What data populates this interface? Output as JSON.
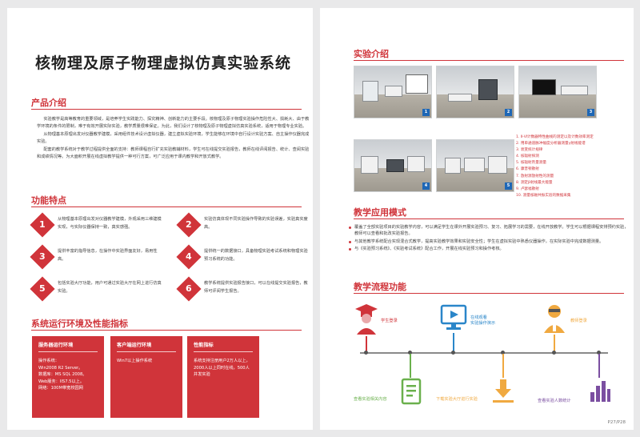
{
  "left": {
    "title": "核物理及原子物理虚拟仿真实验系统",
    "intro": {
      "heading": "产品介绍",
      "paragraphs": [
        "实验教学是高等教育的重要领域，是培养学生实践能力、探究精神、创新能力的主要手段。核物理及原子物理实验操作危险性大、损耗大、由于教学环境的条件的限制，难于有效开展实际实验，教学质量很难保证。为此，我们设计了核物理及原子物理虚拟仿真实验系统，适用于物理专业实验。",
        "从物理基本原理出发对仪器教学建模，采用组件技术设计虚拟仪器，建立虚拟实验环境，学生能够在环境中自行设计实验方案、自主操作仪器完成实验。",
        "配套的教学系统对于教学过程提供全面的支持：教师课程自行扩充实验教辅材料，学生可在线提交实验报告，教师在线评阅报告、统计、查阅实验和成绩情况等。为大面积开展在线虚拟教学提供一种可行方案，可广泛应用于课内教学和开放式教学。"
      ]
    },
    "features": {
      "heading": "功能特点",
      "items": [
        {
          "num": "1",
          "text": "从物理基本原理出发对仪器教学建模，外观采用三维建模实现，与实际仪器保持一致，真实感强。"
        },
        {
          "num": "2",
          "text": "实验仿真体现不同实验操作导致的实验误差，实验真实度高。"
        },
        {
          "num": "3",
          "text": "提供丰富的指导信息，在操作中实验界面友好，易用性高。"
        },
        {
          "num": "4",
          "text": "提供统一的数据接口，具备物理实验考试系统和物理实验预习系统的功能。"
        },
        {
          "num": "5",
          "text": "包括实验大厅功能，用户可通过实验大厅在网上进行仿真实验。"
        },
        {
          "num": "6",
          "text": "教学系统提供实验报告接口，可以在线提交实验报告，教师可评阅学生报告。"
        }
      ]
    },
    "env": {
      "heading": "系统运行环境及性能指标",
      "boxes": [
        {
          "title": "服务器运行环境",
          "body": "操作系统：\nWin2008 R2 Server。\n数据库：MS SQL 2008。\nWeb服务：IIS7.5以上。\n网络：100M带宽校园网"
        },
        {
          "title": "客户端运行环境",
          "body": "Win7以上操作系统"
        },
        {
          "title": "性能指标",
          "body": "系统支持注册用户2万人以上，2000人以上同时在线，500人并发实验"
        }
      ]
    }
  },
  "right": {
    "exp_heading": "实验介绍",
    "screenshot_badges": [
      "1",
      "2",
      "3",
      "4",
      "5"
    ],
    "steps": [
      "1. Ⅱ-Ⅵ计数器特性曲线的测定以及计数效率测定",
      "2. 用单通道脉冲幅度分析器测量γ射线能谱",
      "3. 衰变统计规律",
      "4. 核辐射探测",
      "5. 核辐射剂量测量",
      "6. 康普顿散射",
      "7. 放射源放射性的测量",
      "8. 测定β射线最大能量",
      "9. 卢瑟福散射",
      "10. 测量核磁共振实验的数据采集"
    ],
    "app": {
      "heading": "教学应用模式",
      "items": [
        "覆盖了全部实验项目的实验教学内容，可以满足学生在课外开展实验预习、复习、拓展学习的需要，在线开放教学。学生可以根据课程安排预约实验，教师可以查看和批改实验报告。",
        "与其他教学系统配合实现混合式教学，提高实验教学效果和实验安全性；学生在虚拟实验中熟悉仪器操作，在实际实验中完成数据测量。",
        "与《实验预习系统》、《实验考试系统》配合工作，开展在线实验预习和操作考核。"
      ]
    },
    "flow": {
      "heading": "教学流程功能",
      "top_labels": [
        "学生登录",
        "在线观看\n实验操作演示",
        "教师登录"
      ],
      "bottom_labels": [
        "查看实验相关内容",
        "下载实验大厅进行实验",
        "查看实验人数统计"
      ]
    },
    "page_number": "P27/P28"
  }
}
